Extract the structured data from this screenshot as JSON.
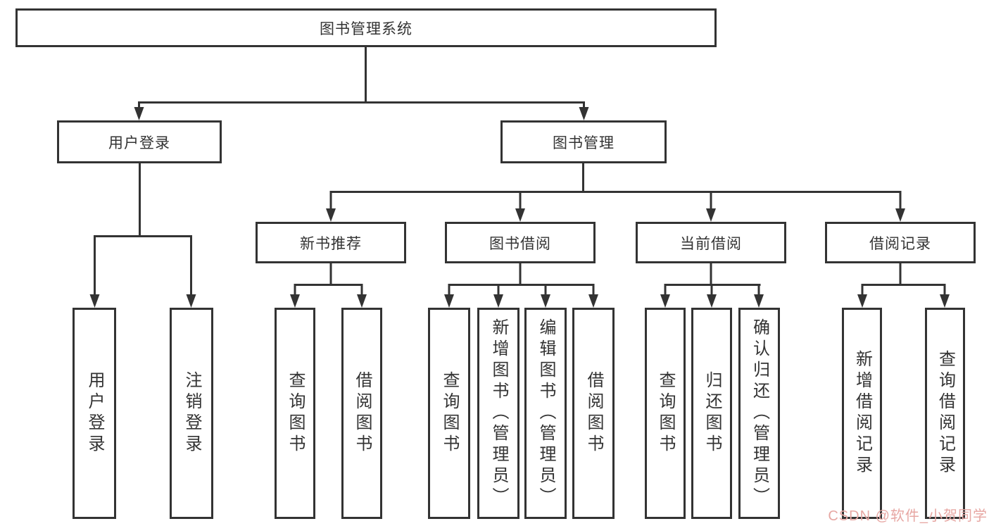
{
  "diagram": {
    "type": "tree-structure-chart",
    "tree": {
      "root": "图书管理系统",
      "branches": [
        {
          "label": "用户登录",
          "children": [
            "用户登录",
            "注销登录"
          ]
        },
        {
          "label": "图书管理",
          "children": [
            {
              "label": "新书推荐",
              "children": [
                "查询图书",
                "借阅图书"
              ]
            },
            {
              "label": "图书借阅",
              "children": [
                "查询图书",
                "新增图书（管理员）",
                "编辑图书（管理员）",
                "借阅图书"
              ]
            },
            {
              "label": "当前借阅",
              "children": [
                "查询图书",
                "归还图书",
                "确认归还（管理员）"
              ]
            },
            {
              "label": "借阅记录",
              "children": [
                "新增借阅记录",
                "查询借阅记录"
              ]
            }
          ]
        }
      ]
    },
    "colors": {
      "line": "#333333",
      "box_border": "#333333",
      "text": "#333333",
      "background": "#ffffff",
      "watermark": "#e7a7a3"
    }
  },
  "watermark": "CSDN @软件_小贺同学"
}
